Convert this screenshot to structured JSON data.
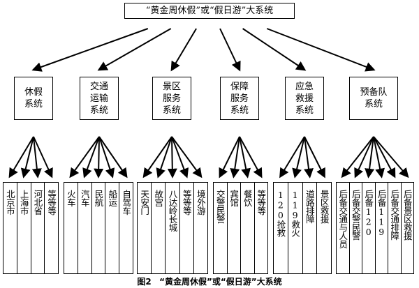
{
  "title": "“黄金周休假”或“假日游”大系统",
  "systems": [
    {
      "label": "休假\n系统",
      "items": [
        "北京市",
        "上海市",
        "河北省",
        "等等等"
      ]
    },
    {
      "label": "交通\n运输\n系统",
      "items": [
        "火车",
        "汽车",
        "民航",
        "船运",
        "自驾车"
      ]
    },
    {
      "label": "景区\n服务\n系统",
      "items": [
        "天安门",
        "故宫",
        "八达岭长城",
        "等等等",
        "境外游"
      ]
    },
    {
      "label": "保障\n服务\n系统",
      "items": [
        "交警民警",
        "宾馆",
        "餐饮",
        "等等等"
      ]
    },
    {
      "label": "应急\n救援\n系统",
      "items": [
        "120抢救",
        "119救火",
        "道路排障",
        "景区救援"
      ]
    },
    {
      "label": "预备队\n系统",
      "items": [
        "后备交通与人员",
        "后备交警民警",
        "后备120",
        "后备119",
        "后备交通排障",
        "后备景区救援"
      ]
    }
  ],
  "caption": {
    "fig": "图2",
    "text": "“黄金周休假”或“假日游”大系统"
  }
}
